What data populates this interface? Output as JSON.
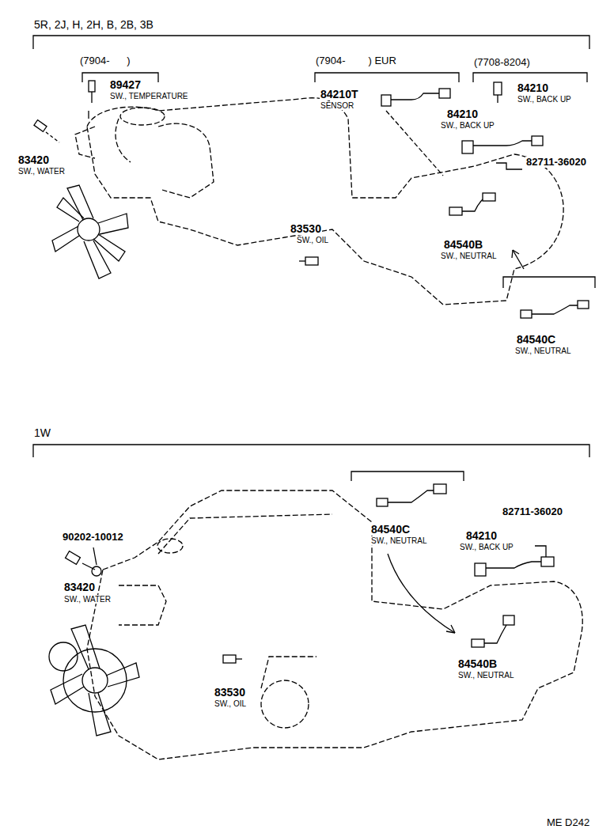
{
  "diagram": {
    "labels": [
      "5R, 2J, H, 2H, B, 2B, 3B",
      "(7904-      )",
      "89427",
      "SW., TEMPERATURE",
      "83420",
      "SW., WATER",
      "(7904-        ) EUR",
      "84210T",
      "SENSOR",
      "(7708-8204)",
      "84210",
      "SW., BACK UP",
      "84210",
      "SW., BACK UP",
      "82711-36020",
      "83530",
      "SW., OIL",
      "84540B",
      "SW., NEUTRAL",
      "84540C",
      "SW., NEUTRAL",
      "1W",
      "90202-10012",
      "83420",
      "SW., WATER",
      "84540C",
      "SW., NEUTRAL",
      "82711-36020",
      "84210",
      "SW., BACK UP",
      "84540B",
      "SW., NEUTRAL",
      "83530",
      "SW., OIL",
      "ME D242"
    ]
  }
}
